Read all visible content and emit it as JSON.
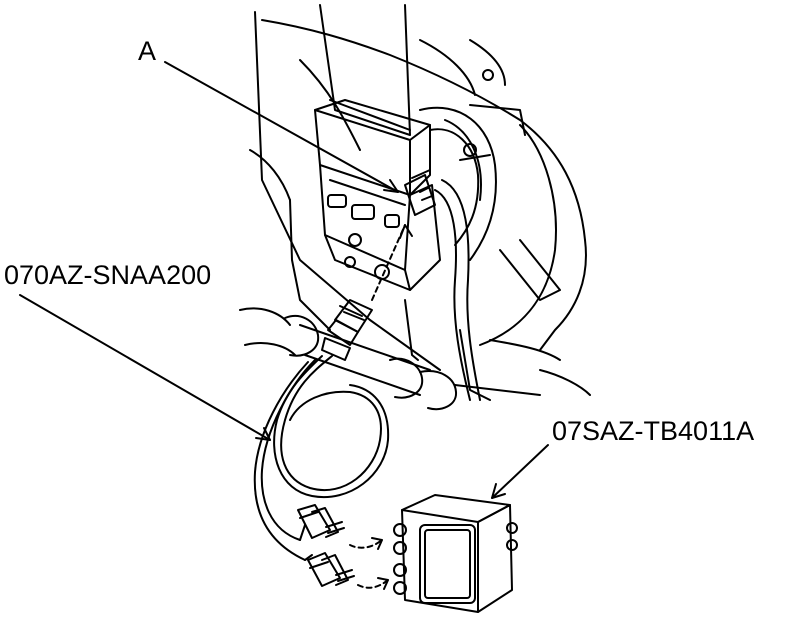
{
  "diagram": {
    "labels": {
      "a": "A",
      "connector": "070AZ-SNAA200",
      "box": "07SAZ-TB4011A"
    },
    "colors": {
      "ink": "#000000",
      "paper": "#ffffff"
    }
  }
}
